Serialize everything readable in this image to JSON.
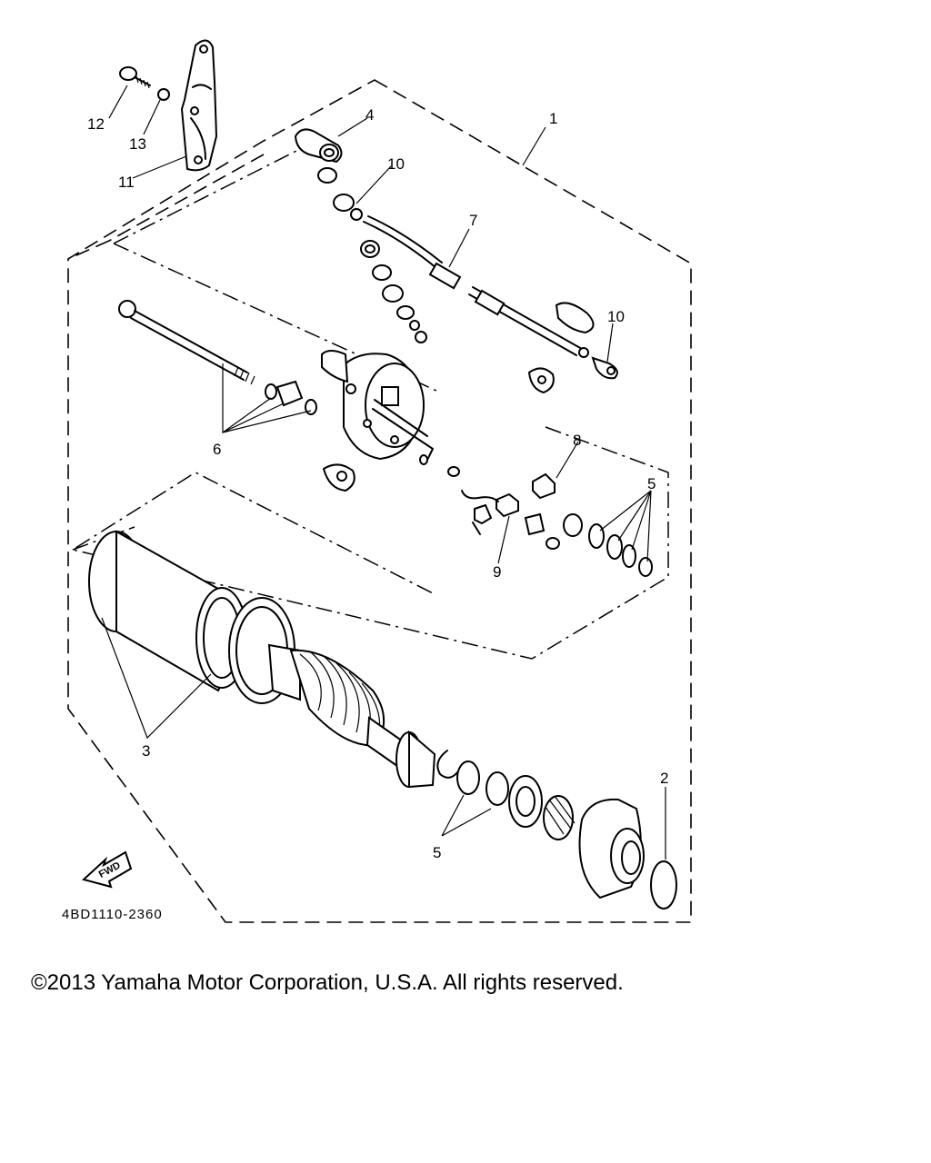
{
  "callouts": [
    "1",
    "2",
    "3",
    "4",
    "5",
    "5",
    "6",
    "7",
    "8",
    "9",
    "10",
    "10",
    "11",
    "12",
    "13"
  ],
  "fwd_label": "FWD",
  "diagram_code": "4BD1110-2360",
  "copyright": "©2013 Yamaha Motor Corporation, U.S.A. All rights reserved."
}
